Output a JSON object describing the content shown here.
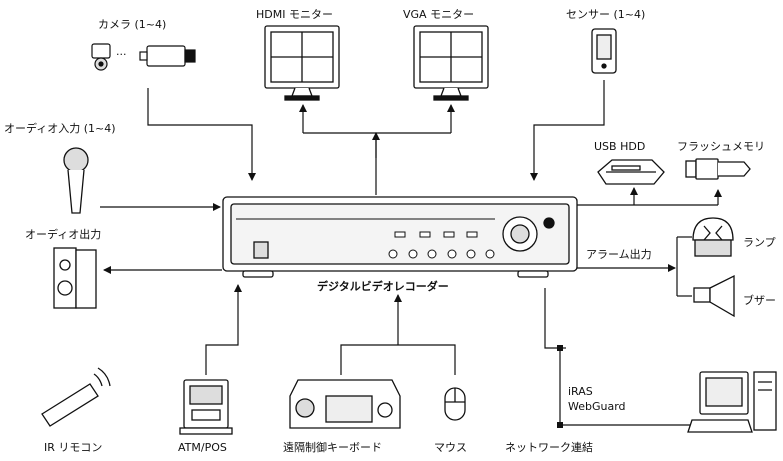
{
  "labels": {
    "camera": "カメラ (1~4)",
    "hdmi_monitor": "HDMI モニター",
    "vga_monitor": "VGA モニター",
    "sensor": "センサー (1~4)",
    "audio_in": "オーディオ入力 (1~4)",
    "usb_hdd": "USB HDD",
    "flash_memory": "フラッシュメモリ",
    "audio_out": "オーディオ出力",
    "alarm_out": "アラーム出力",
    "lamp": "ランプ",
    "buzzer": "ブザー",
    "dvr": "デジタルビデオレコーダー",
    "ir_remote": "IR リモコン",
    "atm_pos": "ATM/POS",
    "keyboard": "遠隔制御キーボード",
    "mouse": "マウス",
    "network": "ネットワーク連結",
    "iras": "iRAS",
    "webguard": "WebGuard"
  },
  "colors": {
    "line": "#111111",
    "device_fill": "#ffffff",
    "shade": "#d9d9d9"
  }
}
